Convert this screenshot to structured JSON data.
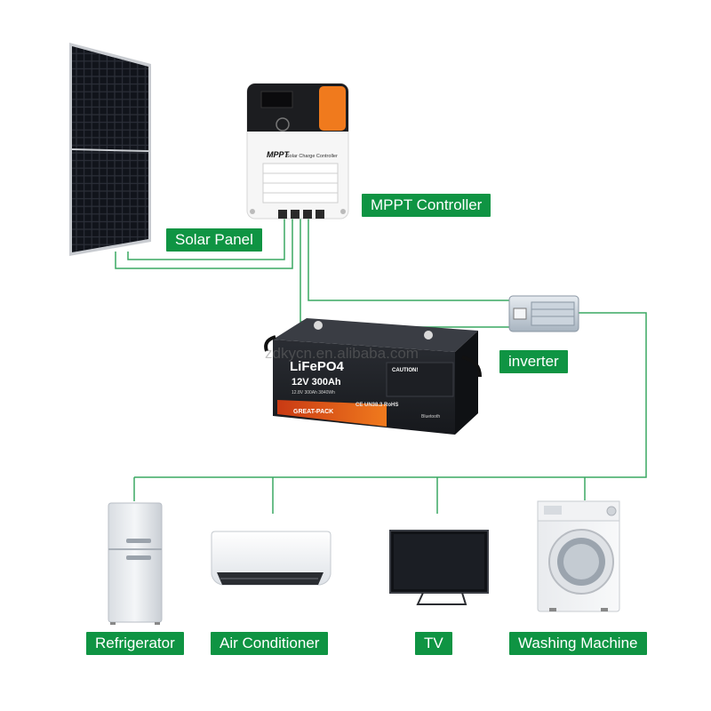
{
  "colors": {
    "wire": "#3aa862",
    "label_bg": "#0f9443",
    "label_text": "#ffffff"
  },
  "labels": {
    "solar_panel": "Solar Panel",
    "mppt_controller": "MPPT Controller",
    "inverter": "inverter",
    "refrigerator": "Refrigerator",
    "air_conditioner": "Air Conditioner",
    "tv": "TV",
    "washing_machine": "Washing Machine"
  },
  "device_text": {
    "controller_brand": "MPPT",
    "controller_subtitle": "Solar Charge Controller",
    "battery_chem": "LiFePO4",
    "battery_rating": "12V 300Ah",
    "battery_spec": "12.8V 300Ah 3840Wh",
    "battery_brand": "GREAT-PACK",
    "battery_caution": "CAUTION!",
    "battery_marks": "CE UN38.3 RoHS",
    "battery_bt": "Bluetooth"
  },
  "icons": {
    "solar_panel": "solar-panel-icon",
    "controller": "charge-controller-icon",
    "inverter": "inverter-icon",
    "battery": "lifepo4-battery-icon",
    "refrigerator": "refrigerator-icon",
    "air_conditioner": "air-conditioner-icon",
    "tv": "tv-icon",
    "washing_machine": "washing-machine-icon"
  },
  "watermark": "zdkycn.en.alibaba.com"
}
